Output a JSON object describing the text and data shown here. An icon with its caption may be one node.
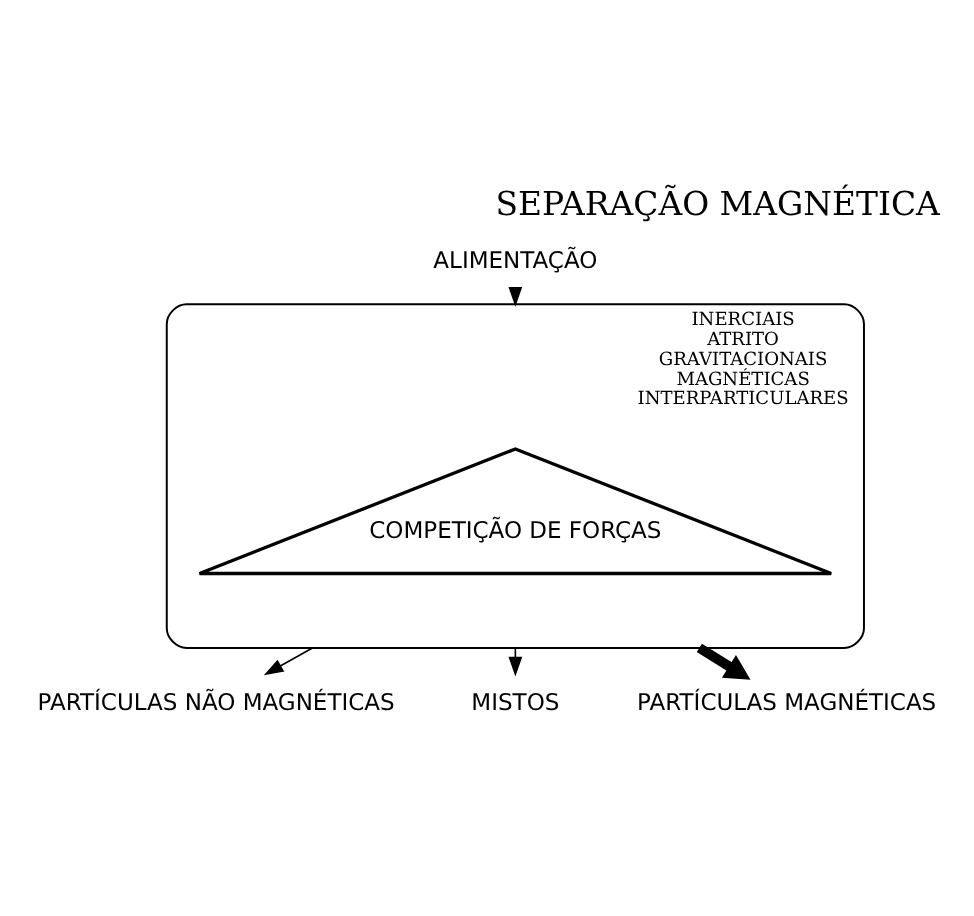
{
  "diagram": {
    "title": "SEPARAÇÃO MAGNÉTICA",
    "nodes": [
      {
        "text": [
          "ALIMENTAÇÃO"
        ]
      },
      {
        "text": [
          "INERCIAIS",
          "ATRITO",
          "GRAVITACIONAIS",
          "MAGNÉTICAS",
          "INTERPARTICULARES"
        ]
      },
      {
        "text": [
          "COMPETIÇÃO DE FORÇAS"
        ],
        "in": 1
      },
      {
        "text": [
          "PARTÍCULAS NÃO MAGNÉTICAS"
        ]
      },
      {
        "text": [
          "MISTOS"
        ]
      },
      {
        "text": [
          "PARTÍCULAS MAGNÉTICAS"
        ]
      }
    ],
    "edges": [
      {
        "from": 0,
        "to": 1,
        "arrow": "to"
      },
      {
        "from": 1,
        "to": 3,
        "arrow": "to"
      },
      {
        "from": 1,
        "to": 4,
        "arrow": "to"
      },
      {
        "from": 1,
        "to": 5,
        "arrow": "to",
        "style": "thick"
      }
    ]
  }
}
